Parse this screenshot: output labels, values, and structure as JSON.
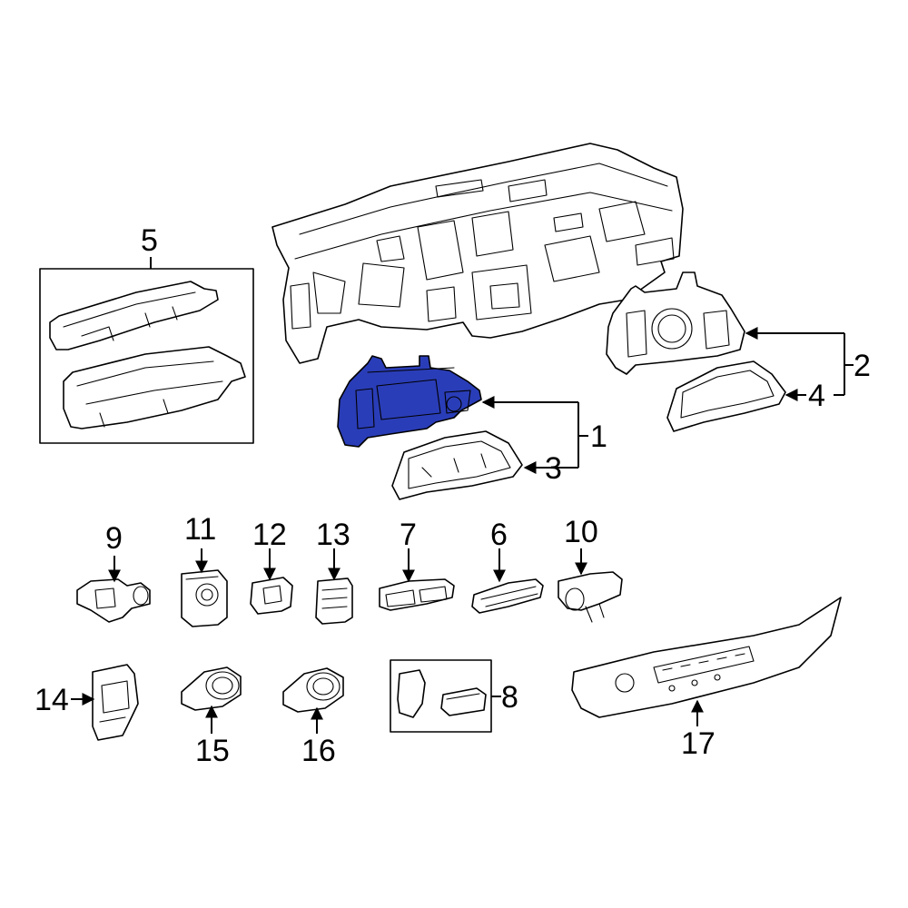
{
  "highlight_color": "#2a3db8",
  "callouts": {
    "c1": "1",
    "c2": "2",
    "c3": "3",
    "c4": "4",
    "c5": "5",
    "c6": "6",
    "c7": "7",
    "c8": "8",
    "c9": "9",
    "c10": "10",
    "c11": "11",
    "c12": "12",
    "c13": "13",
    "c14": "14",
    "c15": "15",
    "c16": "16",
    "c17": "17"
  }
}
